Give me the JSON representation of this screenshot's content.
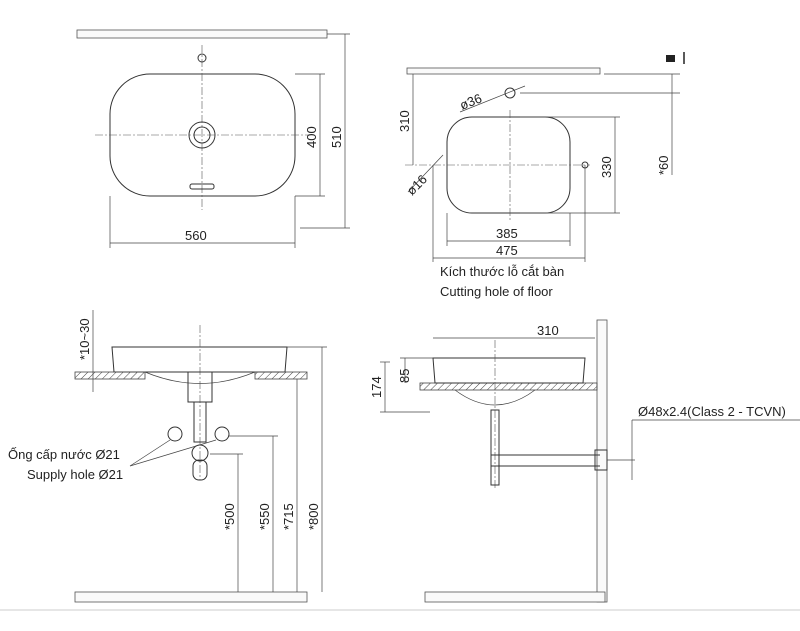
{
  "top_view": {
    "width_560": "560",
    "depth_400": "400",
    "depth_510": "510"
  },
  "cut_view": {
    "dim_310": "310",
    "tap_hole": "ø36",
    "fix_hole": "ø16",
    "dim_330": "330",
    "dim_60": "*60",
    "dim_385": "385",
    "dim_475": "475",
    "caption_vi": "Kích thước lỗ cắt bàn",
    "caption_en": "Cutting hole of floor"
  },
  "front_view": {
    "counter_thickness": "*10~30",
    "supply_vi": "Ống cấp nước Ø21",
    "supply_en": "Supply hole Ø21",
    "h500": "*500",
    "h550": "*550",
    "h715": "*715",
    "h800": "*800"
  },
  "side_view": {
    "dim_310": "310",
    "dim_85": "85",
    "dim_174": "174",
    "pipe": "Ø48x2.4(Class 2 - TCVN)"
  }
}
